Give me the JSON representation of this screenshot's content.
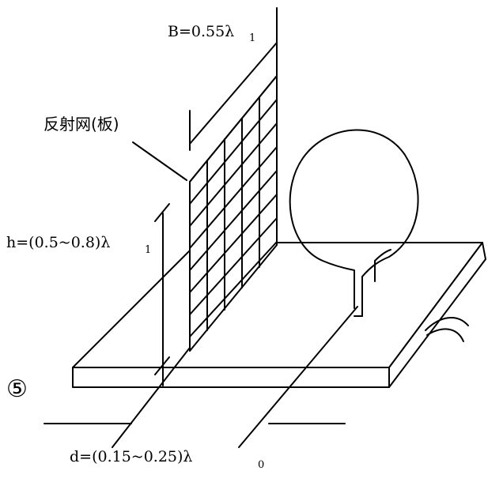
{
  "labels": {
    "width_main": "B=0.55λ",
    "width_sub": "1",
    "reflector": "反射网(板)",
    "height_main": "h=(0.5~0.8)λ",
    "height_sub": "1",
    "distance_main": "d=(0.15~0.25)λ",
    "distance_sub": "0",
    "figure_number": "⑤"
  }
}
